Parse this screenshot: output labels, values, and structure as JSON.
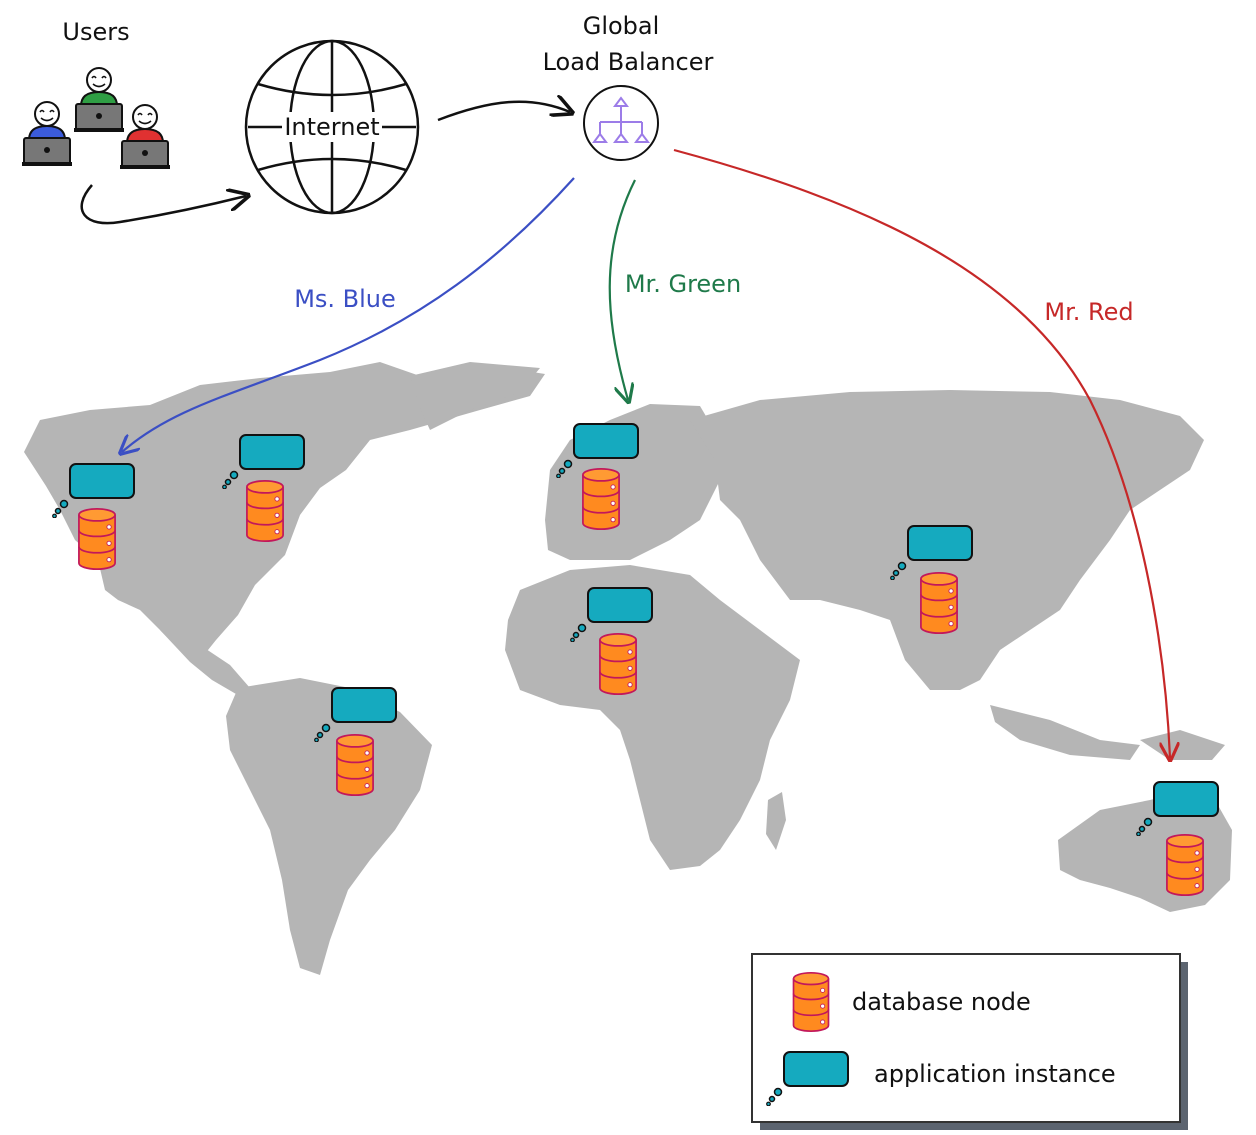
{
  "labels": {
    "users": "Users",
    "internet": "Internet",
    "glb_line1": "Global",
    "glb_line2": "Load Balancer",
    "route_blue": "Ms. Blue",
    "route_green": "Mr. Green",
    "route_red": "Mr. Red"
  },
  "legend": {
    "database_node": "database node",
    "application_instance": "application instance"
  },
  "colors": {
    "blue": "#3b4fc4",
    "green": "#1f7a4a",
    "red": "#c62828",
    "land": "#b5b5b5",
    "db_orange": "#ff8a1f",
    "db_stroke": "#c2185b",
    "app_teal": "#15aabf"
  },
  "icons": {
    "users": "users-with-laptops-icon",
    "internet": "globe-icon",
    "load_balancer": "load-balancer-icon",
    "database": "database-icon",
    "app": "application-cloud-icon"
  }
}
